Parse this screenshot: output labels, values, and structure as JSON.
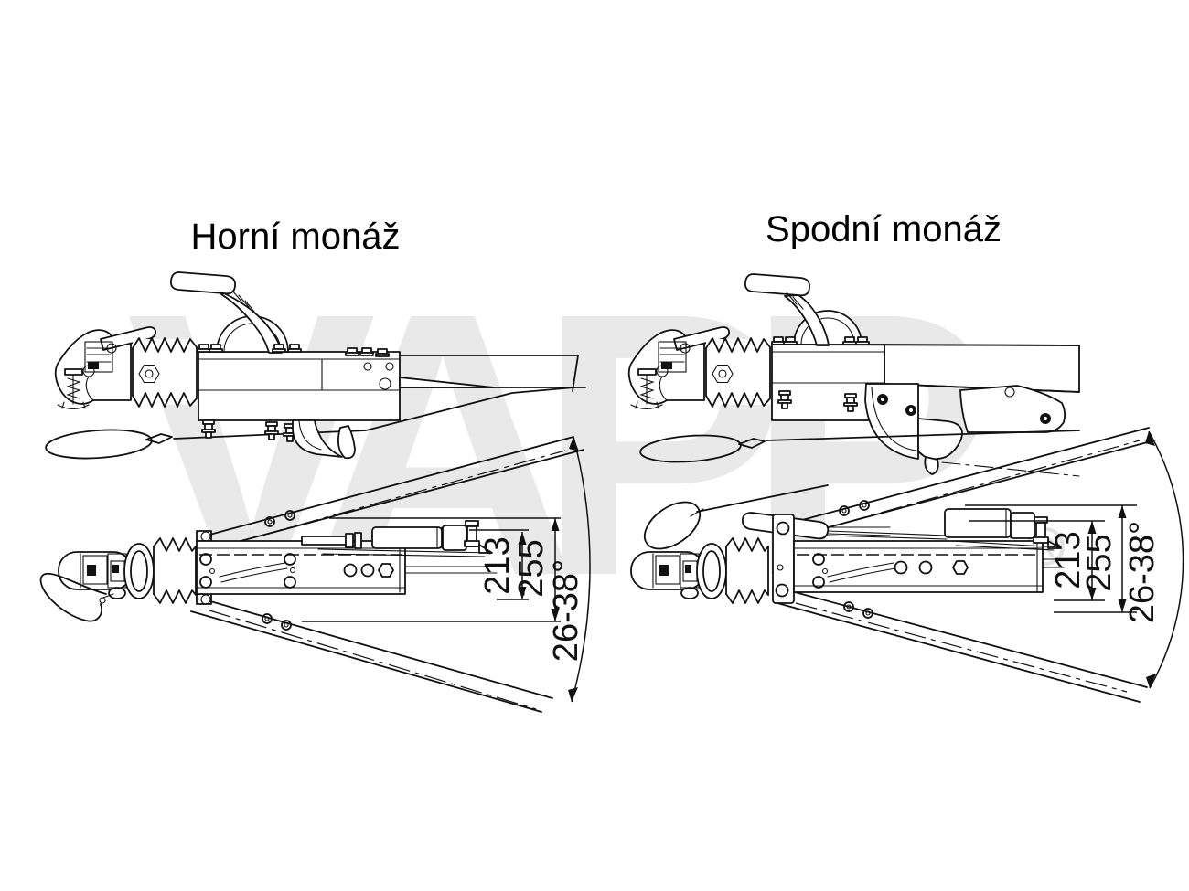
{
  "page": {
    "background": "#ffffff",
    "line_color": "#111111"
  },
  "watermark": {
    "text": "VAPP",
    "registered_symbol": "R",
    "color": "#e9e9e9"
  },
  "diagrams": [
    {
      "title": "Horní monáž",
      "dimensions": {
        "inner_width": "213",
        "outer_width": "255",
        "angle_range": "26-38°"
      }
    },
    {
      "title": "Spodní monáž",
      "dimensions": {
        "inner_width": "213",
        "outer_width": "255",
        "angle_range": "26-38°"
      }
    }
  ]
}
